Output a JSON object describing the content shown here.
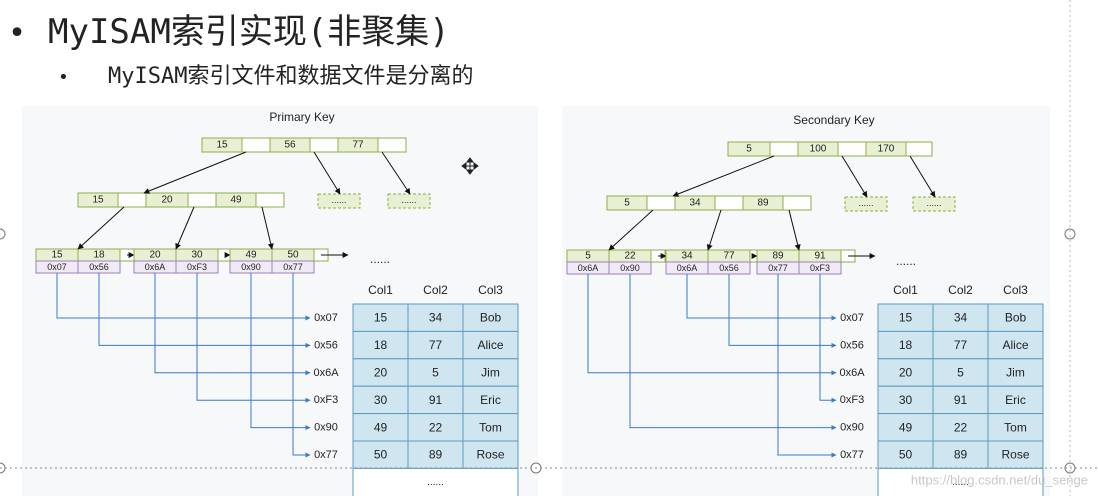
{
  "slide": {
    "title": "MyISAM索引实现(非聚集)",
    "bullet": "MyISAM索引文件和数据文件是分离的"
  },
  "panels": [
    {
      "heading": "Primary Key",
      "root": [
        "15",
        "56",
        "77"
      ],
      "internal": [
        "15",
        "20",
        "49"
      ],
      "leaves": [
        {
          "keys": [
            "15",
            "18"
          ],
          "ptrs": [
            "0x07",
            "0x56"
          ]
        },
        {
          "keys": [
            "20",
            "30"
          ],
          "ptrs": [
            "0x6A",
            "0xF3"
          ]
        },
        {
          "keys": [
            "49",
            "50"
          ],
          "ptrs": [
            "0x90",
            "0x77"
          ]
        }
      ],
      "placeholders": [
        "......",
        "......"
      ],
      "leaf_ellipsis": "......",
      "addresses": [
        "0x07",
        "0x56",
        "0x6A",
        "0xF3",
        "0x90",
        "0x77"
      ],
      "links": [
        0,
        1,
        2,
        3,
        4,
        5
      ]
    },
    {
      "heading": "Secondary Key",
      "root": [
        "5",
        "100",
        "170"
      ],
      "internal": [
        "5",
        "34",
        "89"
      ],
      "leaves": [
        {
          "keys": [
            "5",
            "22"
          ],
          "ptrs": [
            "0x6A",
            "0x90"
          ]
        },
        {
          "keys": [
            "34",
            "77"
          ],
          "ptrs": [
            "0x6A",
            "0x56"
          ]
        },
        {
          "keys": [
            "89",
            "91"
          ],
          "ptrs": [
            "0x77",
            "0xF3"
          ]
        }
      ],
      "placeholders": [
        "......",
        "......"
      ],
      "leaf_ellipsis": "......",
      "addresses": [
        "0x07",
        "0x56",
        "0x6A",
        "0xF3",
        "0x90",
        "0x77"
      ],
      "links": [
        2,
        4,
        0,
        1,
        5,
        3
      ]
    }
  ],
  "table": {
    "columns": [
      "Col1",
      "Col2",
      "Col3"
    ],
    "rows": [
      [
        "15",
        "34",
        "Bob"
      ],
      [
        "18",
        "77",
        "Alice"
      ],
      [
        "20",
        "5",
        "Jim"
      ],
      [
        "30",
        "91",
        "Eric"
      ],
      [
        "49",
        "22",
        "Tom"
      ],
      [
        "50",
        "89",
        "Rose"
      ]
    ],
    "ellipsis": "......"
  },
  "watermark": "https://blog.csdn.net/du_senge",
  "colors": {
    "key_fill": "#e8f0d4",
    "key_stroke": "#8fae4a",
    "ptr_fill": "#f1eaf6",
    "ptr_stroke": "#9a82b8",
    "table_fill": "#cfe6f0",
    "table_stroke": "#5a9bc0",
    "line": "#3a7ac8"
  }
}
